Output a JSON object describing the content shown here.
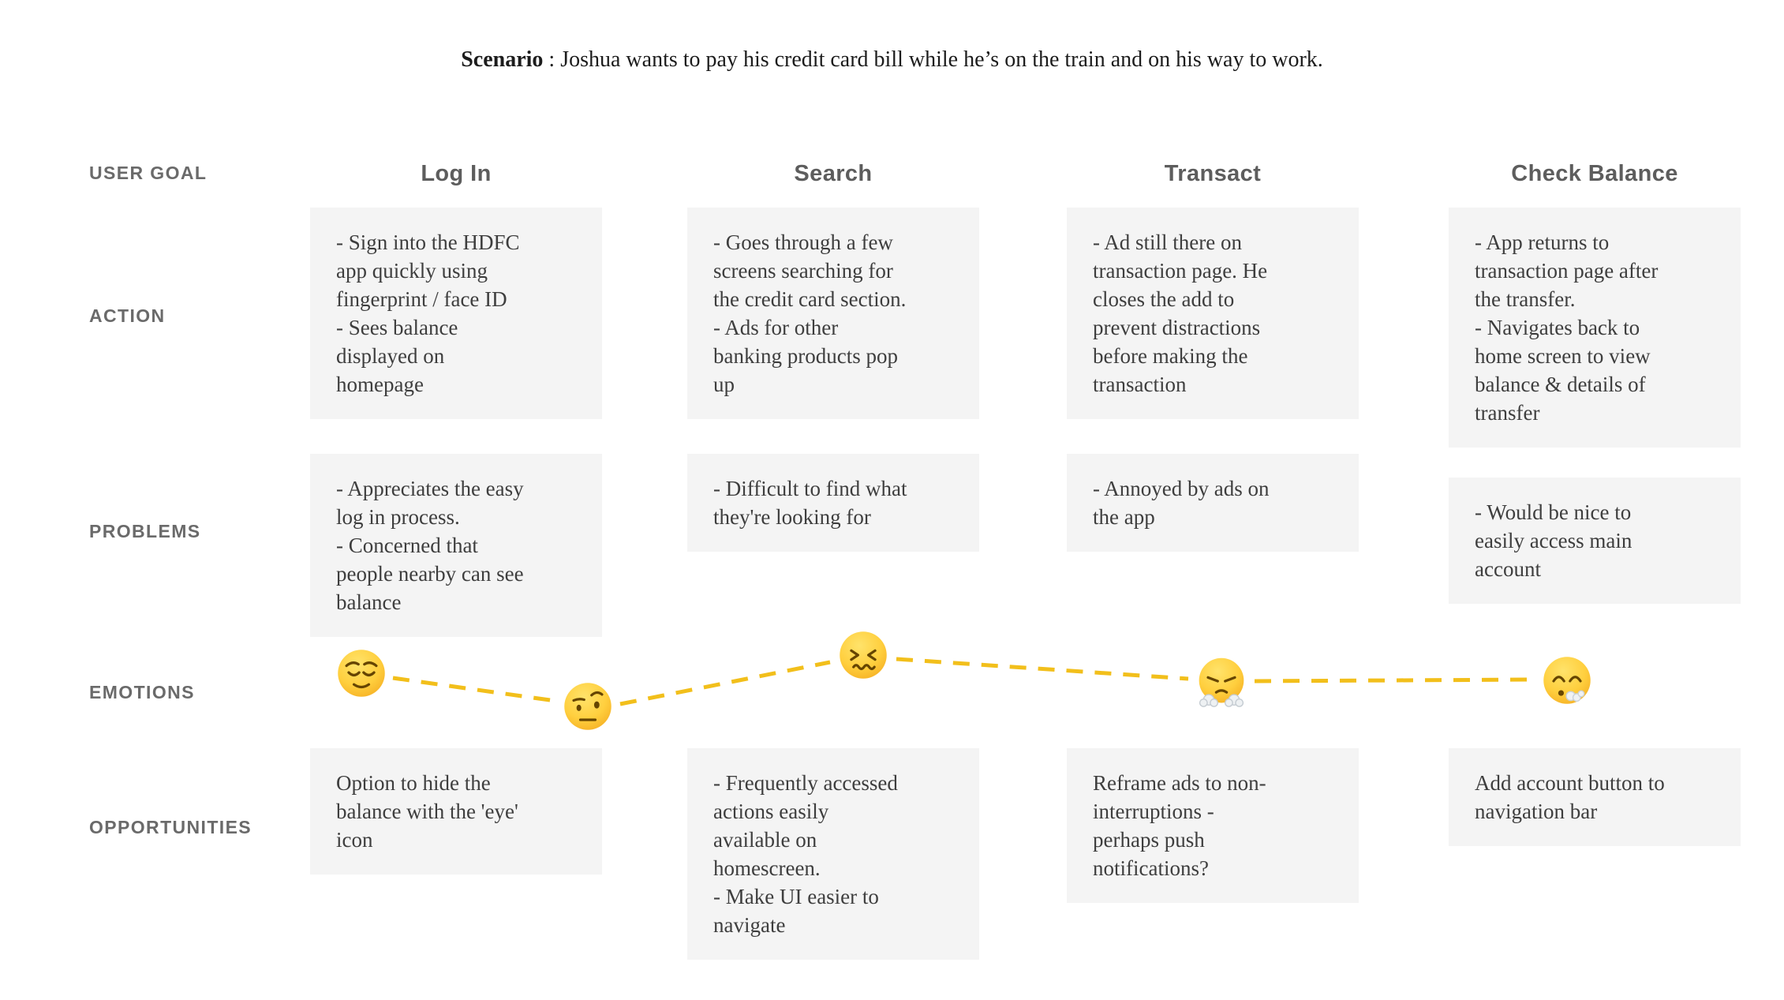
{
  "scenario": {
    "label": "Scenario",
    "text": " : Joshua wants to pay his credit card bill while he’s on the train and on his way to work."
  },
  "row_labels": {
    "user_goal": "USER GOAL",
    "action": "ACTION",
    "problems": "PROBLEMS",
    "emotions": "EMOTIONS",
    "opportunities": "OPPORTUNITIES"
  },
  "journey": {
    "stages": [
      {
        "goal": "Log In",
        "action": "- Sign into the HDFC\napp quickly using\nfingerprint / face ID\n- Sees balance\ndisplayed on\nhomepage",
        "problems": "- Appreciates the easy\nlog in process.\n- Concerned that\npeople nearby can see\nbalance",
        "opportunity": "Option to hide the\nbalance with the 'eye'\nicon"
      },
      {
        "goal": "Search",
        "action": "- Goes through a few\nscreens searching for\nthe credit card section.\n- Ads for other\nbanking products pop\nup",
        "problems": "- Difficult to find what\nthey're looking for",
        "opportunity": "- Frequently accessed\nactions easily\navailable on\nhomescreen.\n- Make UI easier to\nnavigate"
      },
      {
        "goal": "Transact",
        "action": "- Ad still there on\ntransaction page. He\ncloses the add to\nprevent distractions\nbefore making the\ntransaction",
        "problems": "- Annoyed by ads on\nthe app",
        "opportunity": "Reframe ads to non-\ninterruptions -\nperhaps push\nnotifications?"
      },
      {
        "goal": "Check Balance",
        "action": "- App returns to\ntransaction page after\nthe transfer.\n- Navigates back to\nhome screen to view\nbalance & details of\ntransfer",
        "problems": "- Would be nice to\neasily access main\naccount",
        "opportunity": "Add account button to\nnavigation bar"
      }
    ],
    "emotion_icons": [
      "relieved-face-icon",
      "face-with-raised-eyebrow-icon",
      "confounded-face-icon",
      "face-with-steam-from-nose-icon",
      "face-exhaling-icon"
    ]
  },
  "colors": {
    "card_background": "#f4f4f4",
    "emotion_line": "#f2bf1b",
    "body_text": "#3e3e3e",
    "label_text": "#6a6a6a",
    "emoji_face": "#ffcf3e"
  }
}
